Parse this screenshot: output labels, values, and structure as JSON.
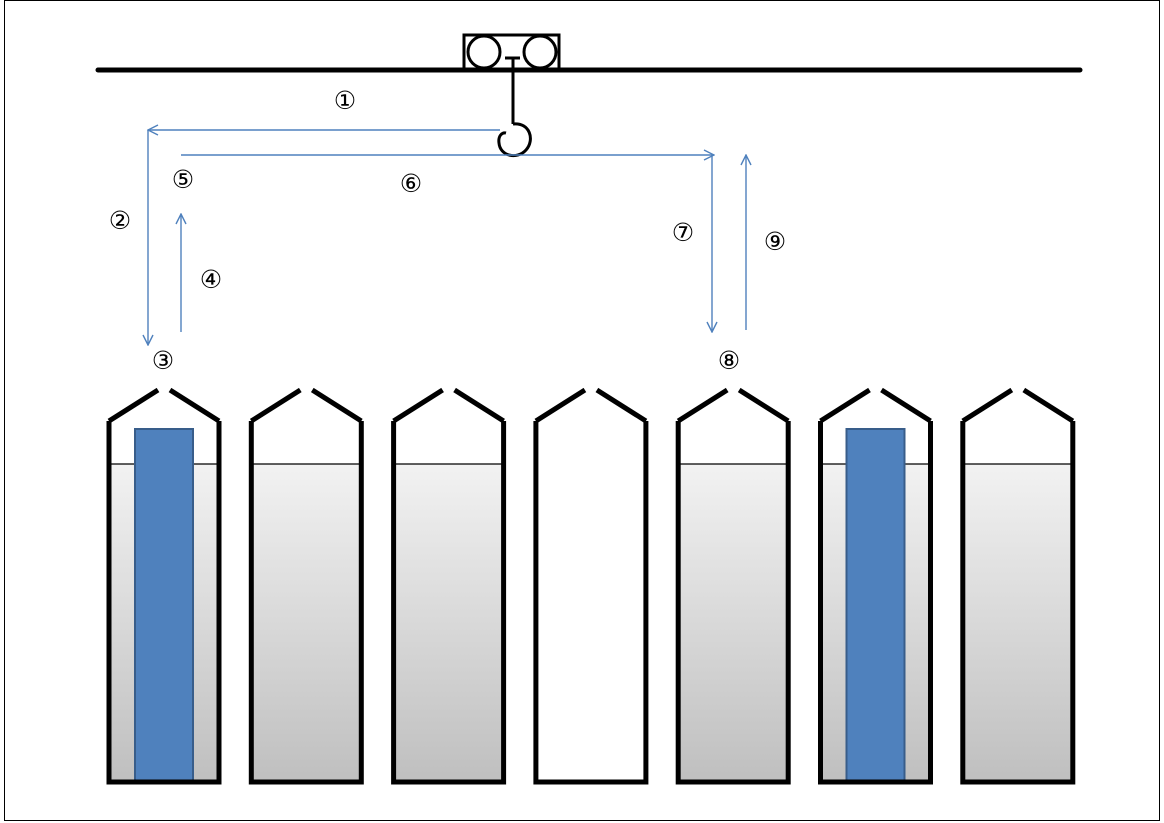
{
  "diagram": {
    "steps": [
      {
        "id": 1,
        "label": "①"
      },
      {
        "id": 2,
        "label": "②"
      },
      {
        "id": 3,
        "label": "③"
      },
      {
        "id": 4,
        "label": "④"
      },
      {
        "id": 5,
        "label": "⑤"
      },
      {
        "id": 6,
        "label": "⑥"
      },
      {
        "id": 7,
        "label": "⑦"
      },
      {
        "id": 8,
        "label": "⑧"
      },
      {
        "id": 9,
        "label": "⑨"
      }
    ],
    "tanks": [
      {
        "id": 1,
        "filled": true,
        "has_item": true
      },
      {
        "id": 2,
        "filled": true,
        "has_item": false
      },
      {
        "id": 3,
        "filled": true,
        "has_item": false
      },
      {
        "id": 4,
        "filled": false,
        "has_item": false
      },
      {
        "id": 5,
        "filled": true,
        "has_item": false
      },
      {
        "id": 6,
        "filled": true,
        "has_item": true
      },
      {
        "id": 7,
        "filled": true,
        "has_item": false
      }
    ],
    "colors": {
      "path_arrow": "#4f81bd",
      "item_fill": "#4f81bd",
      "item_stroke": "#385d8a",
      "liquid_top": "#f2f2f2",
      "liquid_bottom": "#bfbfbf",
      "outline": "#000000"
    }
  }
}
